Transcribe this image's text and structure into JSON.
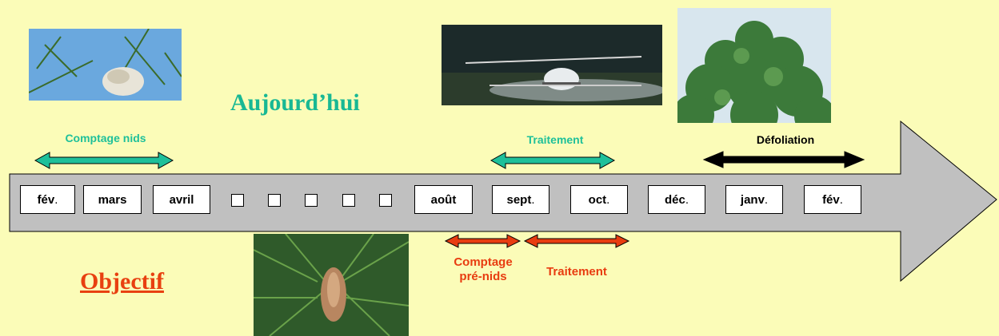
{
  "headings": {
    "today": "Aujourd’hui",
    "objective": "Objectif"
  },
  "months": [
    {
      "text": "fév",
      "suffix": "."
    },
    {
      "text": "mars",
      "suffix": ""
    },
    {
      "text": "avril",
      "suffix": ""
    },
    {
      "text": "août",
      "suffix": ""
    },
    {
      "text": "sept",
      "suffix": "."
    },
    {
      "text": "oct",
      "suffix": "."
    },
    {
      "text": "déc",
      "suffix": "."
    },
    {
      "text": "janv",
      "suffix": "."
    },
    {
      "text": "fév",
      "suffix": "."
    }
  ],
  "today_labels": {
    "nest_count": "Comptage nids",
    "treatment": "Traitement",
    "defoliation": "Défoliation"
  },
  "objective_labels": {
    "pre_nest_count_line1": "Comptage",
    "pre_nest_count_line2": "pré-nids",
    "treatment": "Traitement"
  },
  "colors": {
    "background": "#fbfcb8",
    "timeline_arrow": "#c0c0c0",
    "today": "#18b894",
    "objective": "#e84010",
    "defoliation": "#000000"
  }
}
